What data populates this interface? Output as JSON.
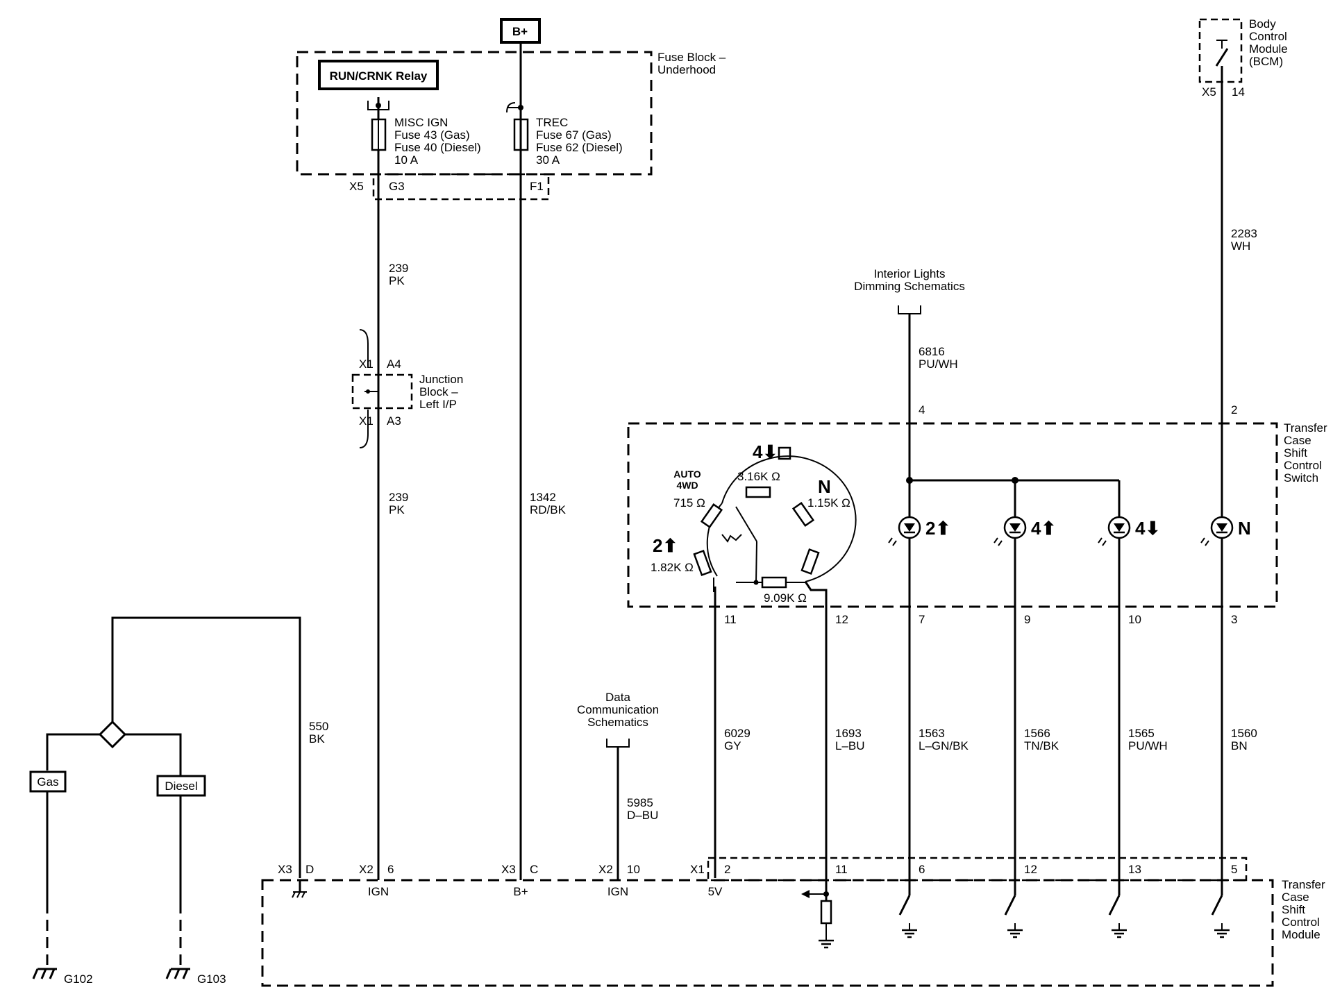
{
  "power": {
    "bplus": "B+"
  },
  "fuse_block": {
    "name_lines": [
      "Fuse Block –",
      "Underhood"
    ],
    "relay": "RUN/CRNK Relay",
    "misc_ign": [
      "MISC IGN",
      "Fuse 43 (Gas)",
      "Fuse 40 (Diesel)",
      "10 A"
    ],
    "trec": [
      "TREC",
      "Fuse 67 (Gas)",
      "Fuse 62 (Diesel)",
      "30 A"
    ],
    "conn_x5": "X5",
    "pin_g3": "G3",
    "pin_f1": "F1"
  },
  "bcm": {
    "name_lines": [
      "Body",
      "Control",
      "Module",
      "(BCM)"
    ],
    "conn": "X5",
    "pin": "14"
  },
  "junction_block": {
    "name_lines": [
      "Junction",
      "Block –",
      "Left I/P"
    ],
    "conn_top": "X1",
    "pin_top": "A4",
    "conn_bottom": "X1",
    "pin_bottom": "A3"
  },
  "interior_lights": [
    "Interior Lights",
    "Dimming Schematics"
  ],
  "data_comm": [
    "Data",
    "Communication",
    "Schematics"
  ],
  "switch": {
    "name_lines": [
      "Transfer",
      "Case",
      "Shift",
      "Control",
      "Switch"
    ],
    "pin_top_4": "4",
    "pin_top_2": "2",
    "modes": {
      "four_low": "4⬇",
      "auto": [
        "AUTO",
        "4WD"
      ],
      "neutral": "N",
      "two_high": "2⬆"
    },
    "resistors": {
      "r_3160": "3.16K Ω",
      "r_715": "715 Ω",
      "r_1150": "1.15K Ω",
      "r_1820": "1.82K Ω",
      "r_9090": "9.09K Ω"
    },
    "leds": [
      "2⬆",
      "4⬆",
      "4⬇",
      "N"
    ],
    "pins_bottom": [
      "11",
      "12",
      "7",
      "9",
      "10",
      "3"
    ]
  },
  "wires": {
    "w2283": [
      "2283",
      "WH"
    ],
    "w6816": [
      "6816",
      "PU/WH"
    ],
    "w239a": [
      "239",
      "PK"
    ],
    "w239b": [
      "239",
      "PK"
    ],
    "w1342": [
      "1342",
      "RD/BK"
    ],
    "w550": [
      "550",
      "BK"
    ],
    "w5985": [
      "5985",
      "D–BU"
    ],
    "w6029": [
      "6029",
      "GY"
    ],
    "w1693": [
      "1693",
      "L–BU"
    ],
    "w1563": [
      "1563",
      "L–GN/BK"
    ],
    "w1566": [
      "1566",
      "TN/BK"
    ],
    "w1565": [
      "1565",
      "PU/WH"
    ],
    "w1560": [
      "1560",
      "BN"
    ]
  },
  "variants": {
    "gas": "Gas",
    "diesel": "Diesel"
  },
  "grounds": {
    "g102": "G102",
    "g103": "G103"
  },
  "module": {
    "name_lines": [
      "Transfer",
      "Case",
      "Shift",
      "Control",
      "Module"
    ],
    "pins": {
      "x3": "X3",
      "d": "D",
      "x2a": "X2",
      "p6": "6",
      "ign1": "IGN",
      "x3b": "X3",
      "c": "C",
      "bplus": "B+",
      "x2b": "X2",
      "p10": "10",
      "ign2": "IGN",
      "x1": "X1",
      "p2": "2",
      "v5": "5V",
      "p11": "11",
      "p6b": "6",
      "p12": "12",
      "p13": "13",
      "p5": "5"
    }
  }
}
